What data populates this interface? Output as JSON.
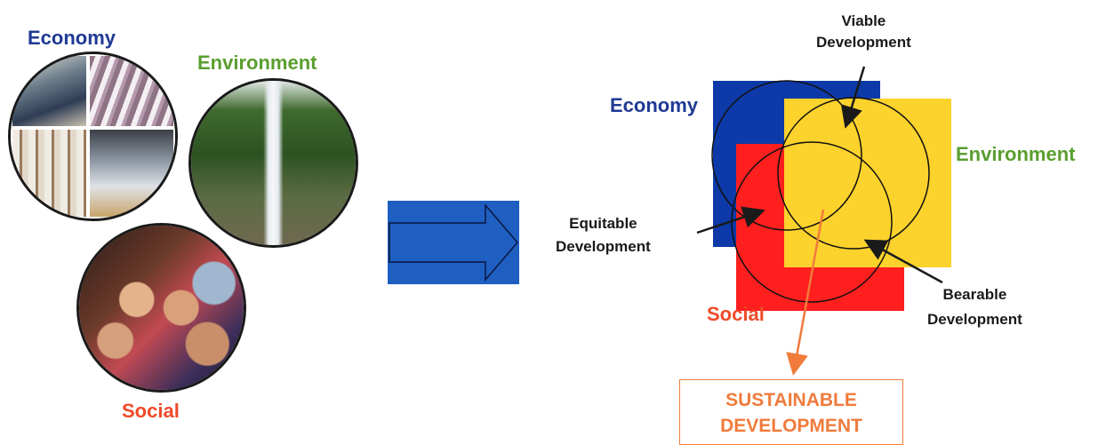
{
  "left_labels": {
    "economy": "Economy",
    "environment": "Environment",
    "social": "Social"
  },
  "right_labels": {
    "economy": "Economy",
    "environment": "Environment",
    "social": "Social",
    "viable_line1": "Viable",
    "viable_line2": "Development",
    "equitable_line1": "Equitable",
    "equitable_line2": "Development",
    "bearable_line1": "Bearable",
    "bearable_line2": "Development",
    "outcome_line1": "SUSTAINABLE",
    "outcome_line2": "DEVELOPMENT"
  },
  "colors": {
    "economy": "#1f3a93",
    "environment": "#5a9e2f",
    "social": "#f04a28",
    "economy_square": "#0d3aa8",
    "social_square": "#ff1f1f",
    "environment_square": "#fcd22c",
    "arrow": "#1f5fc1",
    "outcome": "#f07b3c"
  }
}
